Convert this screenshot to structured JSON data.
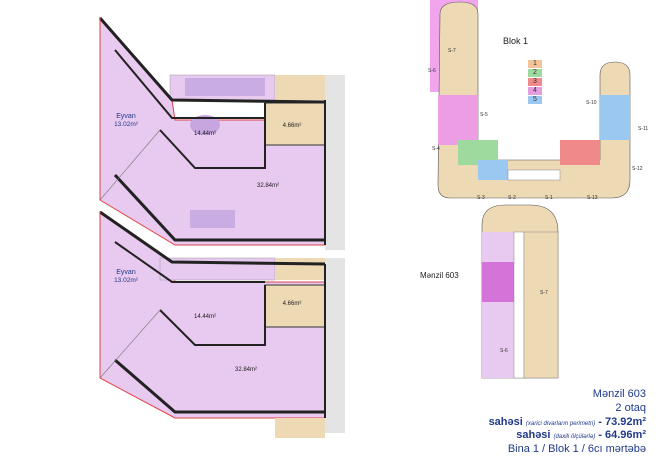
{
  "plan_top": {
    "balcony_label": "Eyvan",
    "balcony_area": "13.02m²",
    "room1_area": "14.44m²",
    "bath_area": "4.66m²",
    "living_area": "32.84m²"
  },
  "plan_bottom": {
    "balcony_label": "Eyvan",
    "balcony_area": "13.02m²",
    "room1_area": "14.44m²",
    "bath_area": "4.66m²",
    "living_area": "32.84m²"
  },
  "block_map": {
    "title": "Blok 1",
    "sections": [
      "S-7",
      "S-6",
      "S-5",
      "S-4",
      "S-3",
      "S-2",
      "S-1",
      "S-13",
      "S-12",
      "S-11",
      "S-10"
    ],
    "legend": [
      "1",
      "2",
      "3",
      "4",
      "5"
    ],
    "legend_colors": [
      "#f3c39a",
      "#9ed99e",
      "#f08a8a",
      "#e49de0",
      "#9ac8f0"
    ]
  },
  "detail_map": {
    "title": "Mənzil 603",
    "sections": [
      "S-7",
      "S-6"
    ]
  },
  "info": {
    "apartment": "Mənzil 603",
    "rooms": "2 otaq",
    "outer_area_label": "sahəsi",
    "outer_area_note": "(xarici divarların perimetri)",
    "outer_area_value": "- 73.92m²",
    "inner_area_label": "sahəsi",
    "inner_area_note": "(daxili ölçülərlə)",
    "inner_area_value": "- 64.96m²",
    "location": "Bina 1 / Blok 1 / 6cı mərtəbə"
  }
}
